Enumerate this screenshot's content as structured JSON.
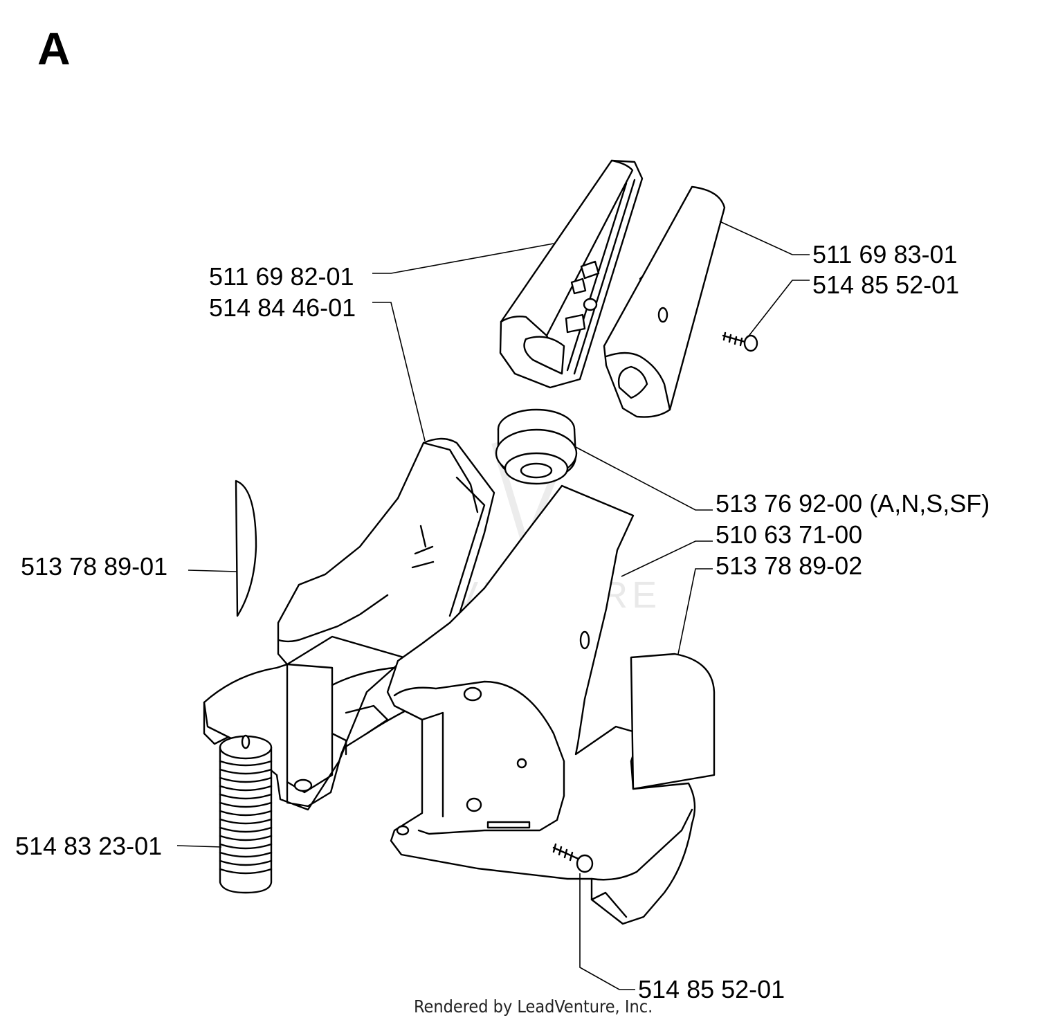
{
  "diagram": {
    "section_letter": "A",
    "watermark": "LEADVENTURE",
    "credit": "Rendered by LeadVenture, Inc."
  },
  "callouts": {
    "c1": "511 69 82-01",
    "c2": "514 84 46-01",
    "c3": "511 69 83-01",
    "c4": "514 85 52-01",
    "c5": "513 76 92-00 (A,N,S,SF)",
    "c6": "510 63 71-00",
    "c7": "513 78 89-02",
    "c8": "513 78 89-01",
    "c9": "514 83 23-01",
    "c10": "514 85 52-01"
  }
}
